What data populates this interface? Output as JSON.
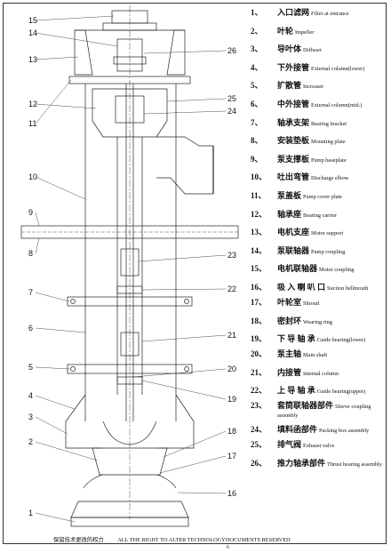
{
  "legend": [
    {
      "num": "1、",
      "zh": "入口滤网",
      "en": "Filter at entrance"
    },
    {
      "num": "2、",
      "zh": "叶轮",
      "en": "Impeller"
    },
    {
      "num": "3、",
      "zh": "导叶体",
      "en": "Diffuser"
    },
    {
      "num": "4、",
      "zh": "下外接管",
      "en": "External column(lower)"
    },
    {
      "num": "5、",
      "zh": "扩散管",
      "en": "Increaser"
    },
    {
      "num": "6、",
      "zh": "中外接管",
      "en": "External column(mid.)"
    },
    {
      "num": "7、",
      "zh": "轴承支架",
      "en": "Bearing bracket"
    },
    {
      "num": "8、",
      "zh": "安装垫板",
      "en": "Mounting plate"
    },
    {
      "num": "9、",
      "zh": "泵支撑板",
      "en": "Pump baseplate"
    },
    {
      "num": "10、",
      "zh": "吐出弯管",
      "en": "Discharge elbow"
    },
    {
      "num": "11、",
      "zh": "泵盖板",
      "en": "Pump cover plate"
    },
    {
      "num": "12、",
      "zh": "轴承座",
      "en": "Bearing carrier"
    },
    {
      "num": "13、",
      "zh": "电机支座",
      "en": "Motor support"
    },
    {
      "num": "14、",
      "zh": "泵联轴器",
      "en": "Pump coupling"
    },
    {
      "num": "15、",
      "zh": "电机联轴器",
      "en": "Motor coupling"
    },
    {
      "num": "16、",
      "zh": "吸 入 喇 叭 口",
      "en": "Suction bellmouth"
    },
    {
      "num": "17、",
      "zh": "叶轮室",
      "en": "Shroud"
    },
    {
      "num": "18、",
      "zh": "密封环",
      "en": "Wearing ring"
    },
    {
      "num": "19、",
      "zh": "下 导 轴 承",
      "en": "Guide bearing(lower)"
    },
    {
      "num": "20、",
      "zh": "泵主轴",
      "en": "Main shaft"
    },
    {
      "num": "21、",
      "zh": "内接管",
      "en": "Internal column"
    },
    {
      "num": "22、",
      "zh": "上 导 轴 承",
      "en": "Guide bearing(upper)"
    },
    {
      "num": "23、",
      "zh": "套筒联轴器部件",
      "en": "Sleeve coupling assembly"
    },
    {
      "num": "24、",
      "zh": "填料函部件",
      "en": "Packing box assembly"
    },
    {
      "num": "25、",
      "zh": "排气阀",
      "en": "Exhaust valve"
    },
    {
      "num": "26、",
      "zh": "推力轴承部件",
      "en": "Thrust bearing assembly"
    }
  ],
  "callouts": {
    "left": [
      "15",
      "14",
      "13",
      "12",
      "11",
      "10",
      "9",
      "8",
      "7",
      "6",
      "5",
      "4",
      "3",
      "2",
      "1"
    ],
    "right": [
      "26",
      "25",
      "24",
      "23",
      "22",
      "21",
      "20",
      "19",
      "18",
      "17",
      "16"
    ]
  },
  "footer": {
    "zh": "保留技术更改的权力",
    "en": "ALL THE RIGHT TO ALTER TECHNOLOGYDOCUMENTS RESERVED"
  },
  "page_number": "6"
}
